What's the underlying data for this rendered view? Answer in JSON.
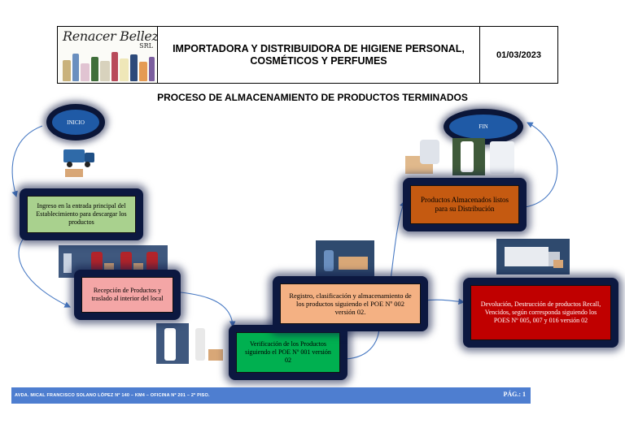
{
  "header": {
    "logo_name": "Renacer Belleza",
    "logo_suffix": "SRL",
    "title": "IMPORTADORA Y DISTRIBUIDORA DE HIGIENE PERSONAL, COSMÉTICOS Y PERFUMES",
    "date": "01/03/2023"
  },
  "process_title": "PROCESO DE ALMACENAMIENTO DE PRODUCTOS TERMINADOS",
  "nodes": {
    "start": "INICIO",
    "end": "FIN",
    "step1": "Ingreso en la entrada principal del Establecimiento para descargar los productos",
    "step2": "Recepción de Productos y traslado al interior del local",
    "step3": "Verificación de los Productos siguiendo el POE Nº 001 versión 02",
    "step4": "Registro, clasificación y almacenamiento de los productos siguiendo el POE Nº 002 versión 02.",
    "step5": "Productos Almacenados listos para su Distribución",
    "step6": "Devolución, Destrucción de productos Recall, Vencidos, según corresponda siguiendo los POES Nº 005, 007 y 016 versión 02"
  },
  "colors": {
    "step1": "#a9d18e",
    "step2": "#f4a6a6",
    "step3": "#00b050",
    "step4": "#f4b183",
    "step5": "#c55a11",
    "step6": "#c00000",
    "oval": "#1f5aa6",
    "footer": "#4e7ed0"
  },
  "footer": {
    "address": "AVDA. MICAL FRANCISCO SOLANO LÓPEZ Nº 140 – KM4 – OFICINA Nº 201 – 2º PISO.",
    "page": "PÁG.: 1"
  }
}
